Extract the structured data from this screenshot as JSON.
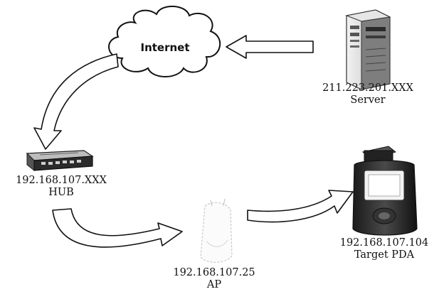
{
  "diagram": {
    "internet_label": "Internet",
    "server": {
      "ip": "211.223.201.XXX",
      "name": "Server"
    },
    "hub": {
      "ip": "192.168.107.XXX",
      "name": "HUB"
    },
    "ap": {
      "ip": "192.168.107.25",
      "name": "AP"
    },
    "pda": {
      "ip": "192.168.107.104",
      "name": "Target PDA"
    }
  }
}
